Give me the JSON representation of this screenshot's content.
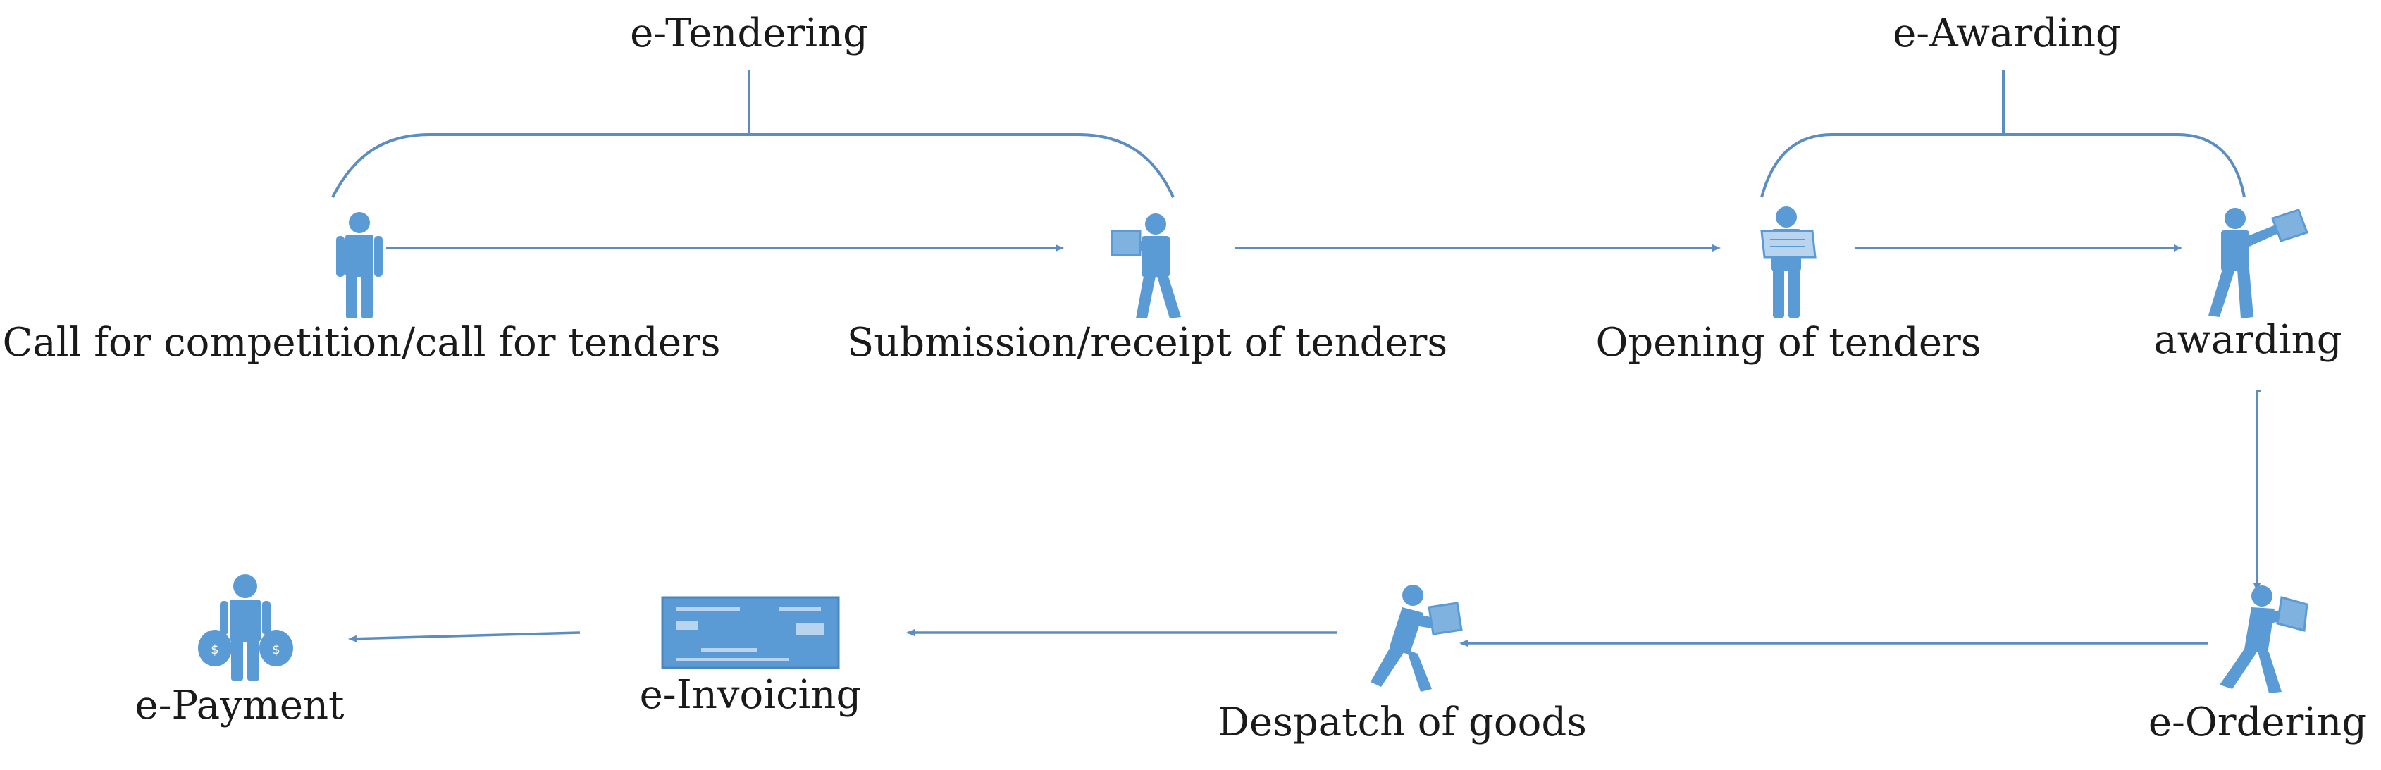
{
  "groups": {
    "tendering": "e-Tendering",
    "awarding": "e-Awarding"
  },
  "steps": {
    "call": "Call for competition/call for tenders",
    "submission": "Submission/receipt of tenders",
    "opening": "Opening of tenders",
    "awarding": "awarding",
    "ordering": "e-Ordering",
    "despatch": "Despatch of goods",
    "invoicing": "e-Invoicing",
    "payment": "e-Payment"
  },
  "icons": {
    "call": "standing-person-icon",
    "submission": "person-submitting-document-icon",
    "opening": "person-reading-document-icon",
    "awarding": "person-handing-document-icon",
    "ordering": "person-carrying-box-icon",
    "despatch": "person-pushing-box-icon",
    "invoicing": "invoice-document-icon",
    "payment": "person-with-money-bags-icon"
  },
  "colors": {
    "figure": "#5B9BD5",
    "line": "#5B8DC3",
    "text": "#1a1a1a"
  }
}
